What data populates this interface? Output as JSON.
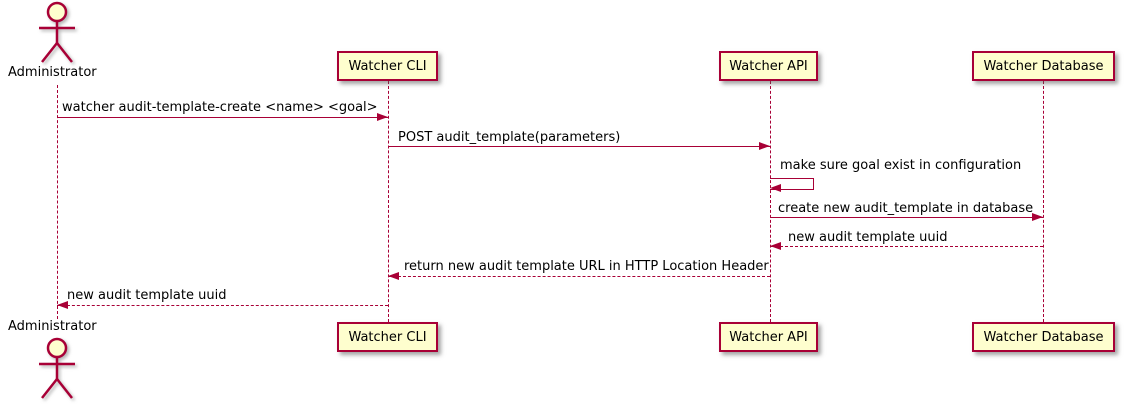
{
  "diagram_type": "uml-sequence",
  "colors": {
    "accent": "#A80036",
    "participant_fill": "#FEFECE",
    "text": "#000000",
    "background": "#FFFFFF"
  },
  "actor": {
    "label": "Administrator"
  },
  "participants": [
    {
      "label": "Watcher CLI"
    },
    {
      "label": "Watcher API"
    },
    {
      "label": "Watcher Database"
    }
  ],
  "messages": [
    {
      "from": "Administrator",
      "to": "Watcher CLI",
      "line": "solid",
      "text": "watcher audit-template-create <name> <goal>"
    },
    {
      "from": "Watcher CLI",
      "to": "Watcher API",
      "line": "solid",
      "text": "POST audit_template(parameters)"
    },
    {
      "from": "Watcher API",
      "to": "Watcher API",
      "line": "solid",
      "self": true,
      "text": "make sure goal exist in configuration"
    },
    {
      "from": "Watcher API",
      "to": "Watcher Database",
      "line": "solid",
      "text": "create new audit_template in database"
    },
    {
      "from": "Watcher Database",
      "to": "Watcher API",
      "line": "dashed",
      "text": "new audit template uuid"
    },
    {
      "from": "Watcher API",
      "to": "Watcher CLI",
      "line": "dashed",
      "text": "return new audit template URL in HTTP Location Header"
    },
    {
      "from": "Watcher CLI",
      "to": "Administrator",
      "line": "dashed",
      "text": "new audit template uuid"
    }
  ]
}
